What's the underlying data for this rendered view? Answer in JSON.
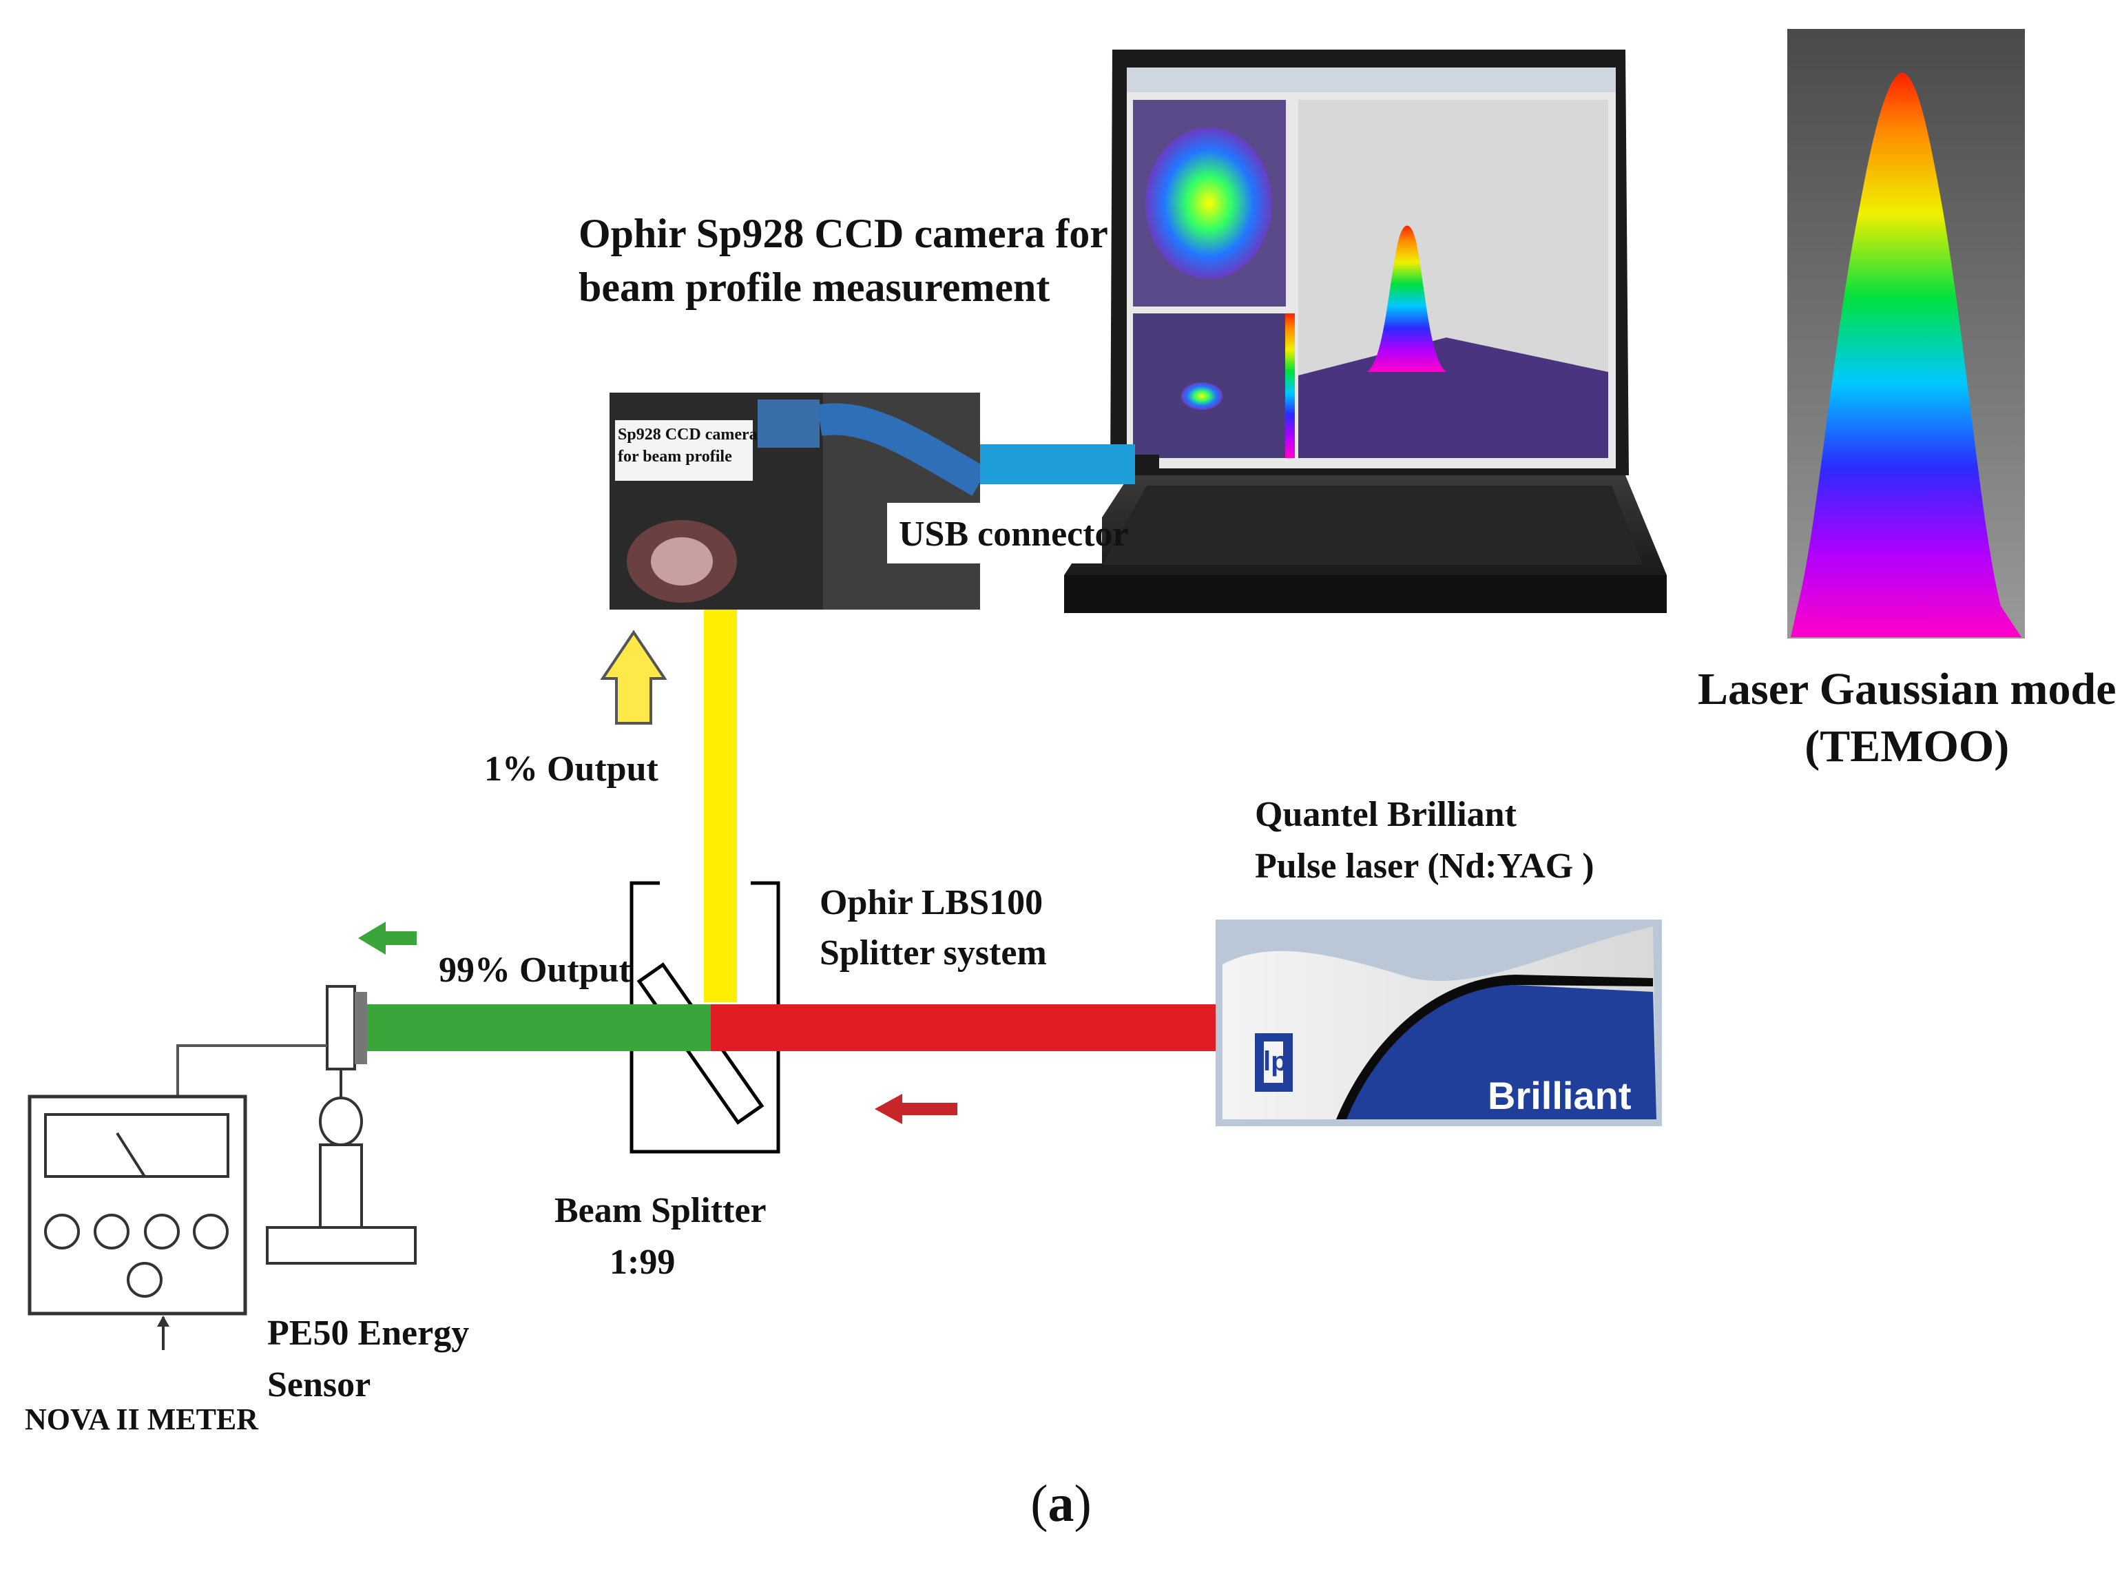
{
  "labels": {
    "ccd_title": [
      "Ophir Sp928 CCD camera for",
      "beam profile measurement"
    ],
    "ccd_inset": [
      "Sp928 CCD camera",
      "for beam profile"
    ],
    "usb": "USB connector",
    "gaussian": [
      "Laser Gaussian mode",
      "(TEMOO)"
    ],
    "one_percent": "1% Output",
    "laser": [
      "Quantel  Brilliant",
      "Pulse laser (Nd:YAG )"
    ],
    "splitter_system": [
      "Ophir  LBS100",
      "Splitter  system"
    ],
    "ninety_nine": "99% Output",
    "beam_splitter": [
      "Beam Splitter",
      "1:99"
    ],
    "energy_sensor": [
      "PE50 Energy",
      "Sensor"
    ],
    "meter": "NOVA II METER",
    "laser_brand": "Brilliant",
    "laser_logo": "lp",
    "caption_letter": "a"
  },
  "colors": {
    "beam_visible": "#ffee00",
    "beam_output": "#3aa53a",
    "beam_laser": "#e01c24",
    "usb_cable": "#1e9fdc",
    "arrow_up": "#ffe84a",
    "arrow_left_green": "#3aa53a",
    "arrow_left_red": "#c8252b"
  },
  "icons": [
    "laptop-icon",
    "ccd-camera-photo",
    "gaussian-profile-plot",
    "laser-head-photo",
    "beam-splitter-icon",
    "energy-sensor-icon",
    "nova-meter-icon"
  ]
}
